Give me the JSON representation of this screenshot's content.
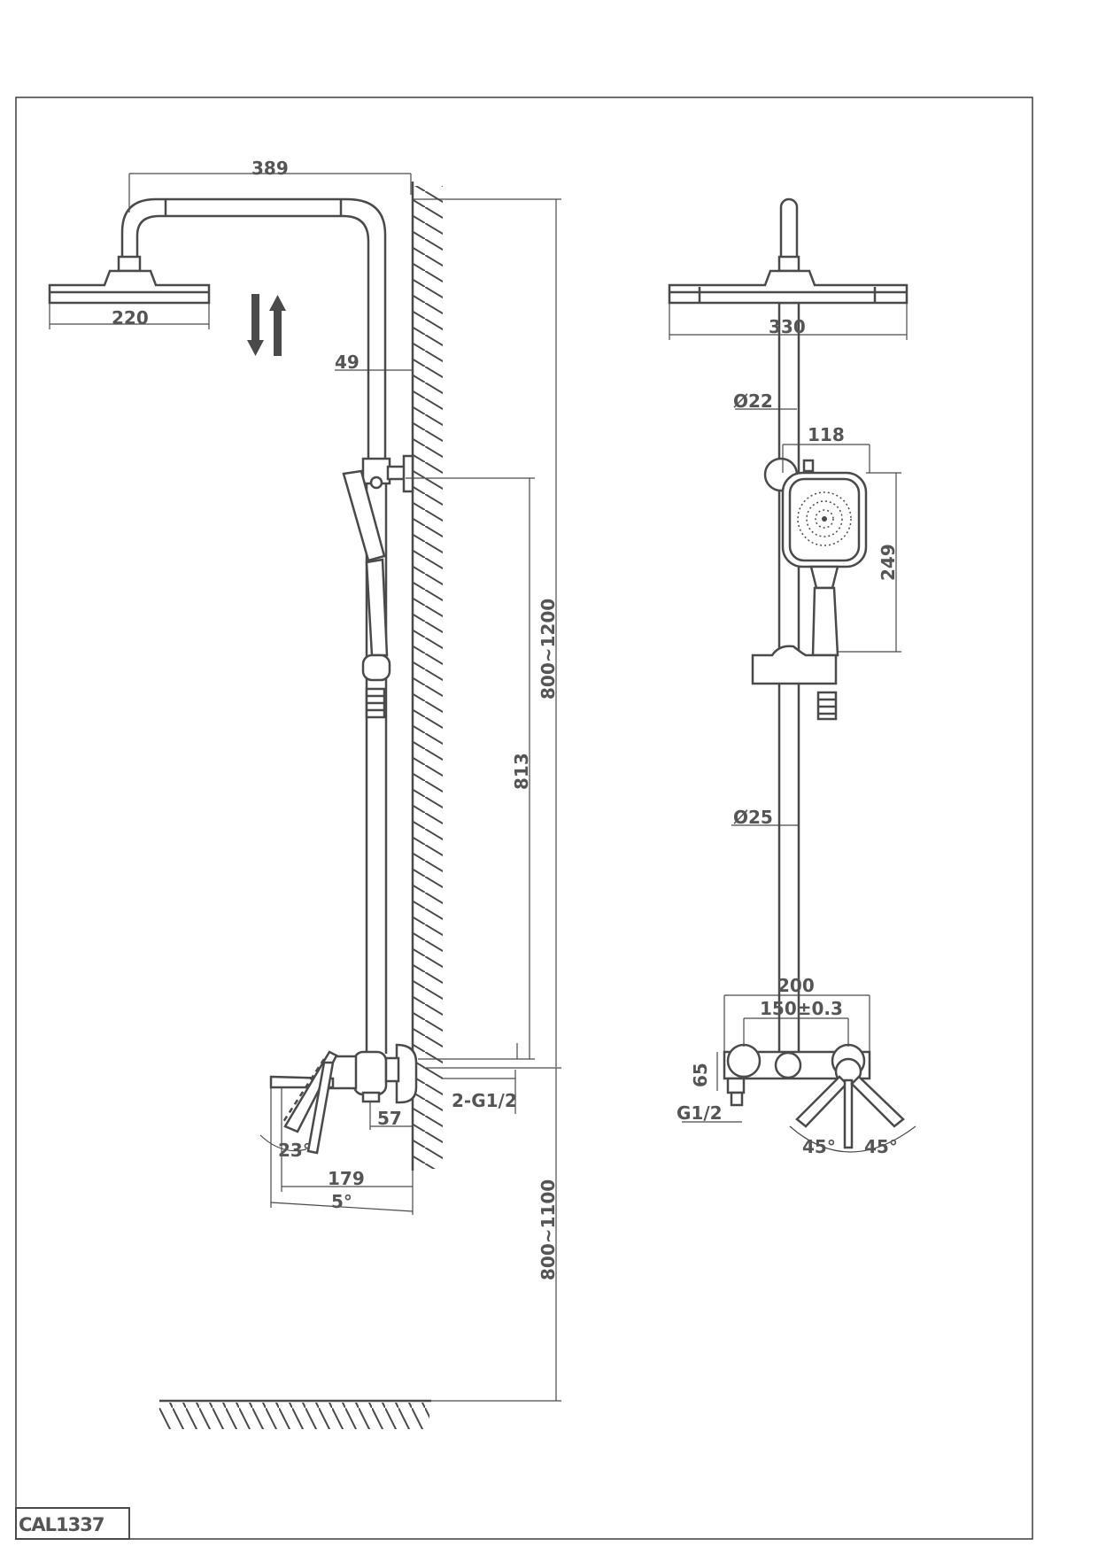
{
  "model": "CAL1337",
  "colors": {
    "line": "#4a4a4a",
    "text": "#555555",
    "background": "#ffffff"
  },
  "side_view": {
    "dims": {
      "arm_length": "389",
      "head_width": "220",
      "wall_offset": "49",
      "slide_height": "800~1200",
      "rail_height": "813",
      "inlets": "2-G1/2",
      "spout_offset": "57",
      "spout_angle": "23°",
      "spout_reach": "179",
      "spout_tilt": "5°",
      "floor_height": "800~1100"
    }
  },
  "front_view": {
    "dims": {
      "head_width": "330",
      "riser_top_dia": "Ø22",
      "hand_width": "118",
      "hand_length": "249",
      "riser_dia": "Ø25",
      "mixer_width": "200",
      "inlet_spacing": "150±0.3",
      "mixer_height": "65",
      "outlet": "G1/2",
      "handle_left": "45°",
      "handle_right": "45°"
    }
  }
}
